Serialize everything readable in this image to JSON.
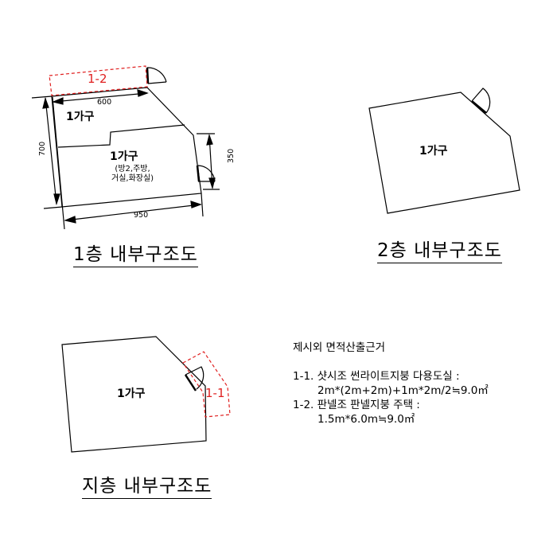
{
  "floor1": {
    "title": "1층 내부구조도",
    "unit_top": "1가구",
    "unit_main": "1가구",
    "unit_main_detail_line1": "(방2,주방,",
    "unit_main_detail_line2": "거실,화장실)",
    "dim_top": "600",
    "dim_left": "700",
    "dim_bottom": "950",
    "dim_right": "350",
    "annex_label": "1-2",
    "annex_color": "#e02020"
  },
  "floor2": {
    "title": "2층 내부구조도",
    "unit": "1가구"
  },
  "basement": {
    "title": "지층 내부구조도",
    "unit": "1가구",
    "annex_label": "1-1",
    "annex_color": "#e02020"
  },
  "notes": {
    "heading": "제시외 면적산출근거",
    "item1_label": "1-1. 샷시조 썬라이트지붕 다용도실 :",
    "item1_calc": "2m*(2m+2m)+1m*2m/2≒9.0㎡",
    "item2_label": "1-2. 판넬조 판넬지붕 주택 :",
    "item2_calc": "1.5m*6.0m≒9.0㎡"
  }
}
